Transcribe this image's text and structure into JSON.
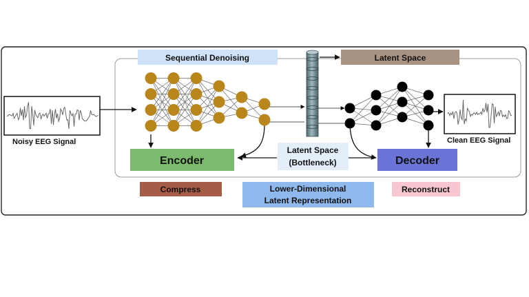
{
  "labels": {
    "noisy_signal": "Noisy EEG Signal",
    "clean_signal": "Clean EEG Signal",
    "sequential_denoising": "Sequential Denoising",
    "latent_space_top": "Latent Space",
    "latent_space_mid_line1": "Latent Space",
    "latent_space_mid_line2": "(Bottleneck)",
    "encoder": "Encoder",
    "decoder": "Decoder",
    "compress": "Compress",
    "lower_dim_line1": "Lower-Dimensional",
    "lower_dim_line2": "Latent Representation",
    "reconstruct": "Reconstruct"
  },
  "colors": {
    "encoder_node": "#b8861a",
    "decoder_node": "#000000",
    "encoder_box": "#7cba6e",
    "decoder_box": "#6a74d6",
    "sequential_denoising_box": "#cfe2f7",
    "latent_space_top_box": "#a89282",
    "latent_space_mid_box": "#e3eef9",
    "compress_box": "#a65d48",
    "lower_dim_box": "#8fb8ec",
    "reconstruct_box": "#f7c6d0",
    "bottleneck_cylinder": "#6f8e92"
  },
  "network": {
    "encoder_layers": [
      4,
      4,
      4,
      3,
      2,
      2
    ],
    "decoder_layers": [
      2,
      3,
      3,
      3
    ]
  }
}
